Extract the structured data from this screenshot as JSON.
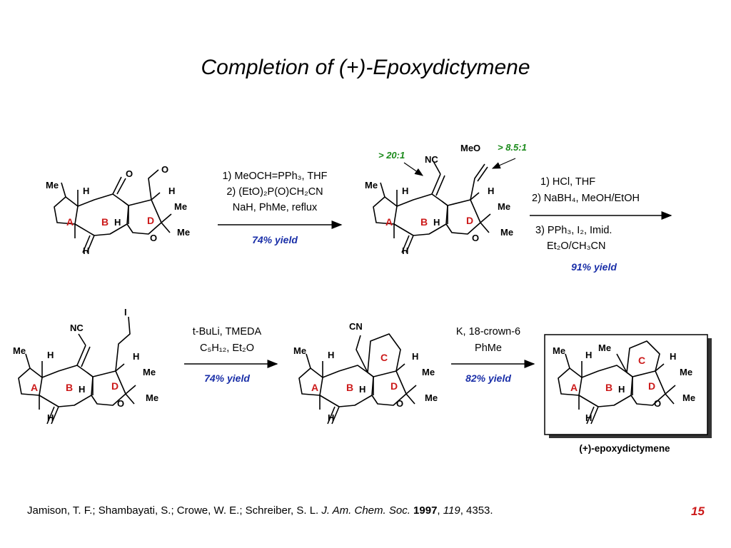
{
  "title": "Completion of (+)-Epoxydictymene",
  "atoms": {
    "me": "Me",
    "h": "H",
    "o": "O",
    "meo": "MeO",
    "nc": "NC",
    "cn": "CN",
    "i": "I"
  },
  "rings": {
    "a": "A",
    "b": "B",
    "c": "C",
    "d": "D"
  },
  "step1": {
    "line1": "1) MeOCH=PPh₃, THF",
    "line2": "2) (EtO)₂P(O)CH₂CN",
    "line3": "NaH, PhMe, reflux",
    "yield": "74% yield"
  },
  "step2": {
    "line1": "1) HCl, THF",
    "line2": "2) NaBH₄, MeOH/EtOH",
    "line3": "3) PPh₃, I₂, Imid.",
    "line4": "Et₂O/CH₃CN",
    "yield": "91% yield"
  },
  "step3": {
    "line1": "t-BuLi, TMEDA",
    "line2": "C₅H₁₂, Et₂O",
    "yield": "74% yield"
  },
  "step4": {
    "line1": "K, 18-crown-6",
    "line2": "PhMe",
    "yield": "82% yield"
  },
  "ratios": {
    "nc_ratio": "> 20:1",
    "meo_ratio": "> 8.5:1"
  },
  "product_label": "(+)-epoxydictymene",
  "citation": {
    "authors": "Jamison, T. F.; Shambayati, S.; Crowe, W. E.; Schreiber, S. L. ",
    "journal": "J. Am. Chem. Soc.",
    "year": "1997",
    "volume": "119",
    "pages": ", 4353."
  },
  "slide_number": "15",
  "colors": {
    "ring_label": "#cc1a1a",
    "yield": "#1a2fa8",
    "ratio": "#1a8a1a"
  }
}
